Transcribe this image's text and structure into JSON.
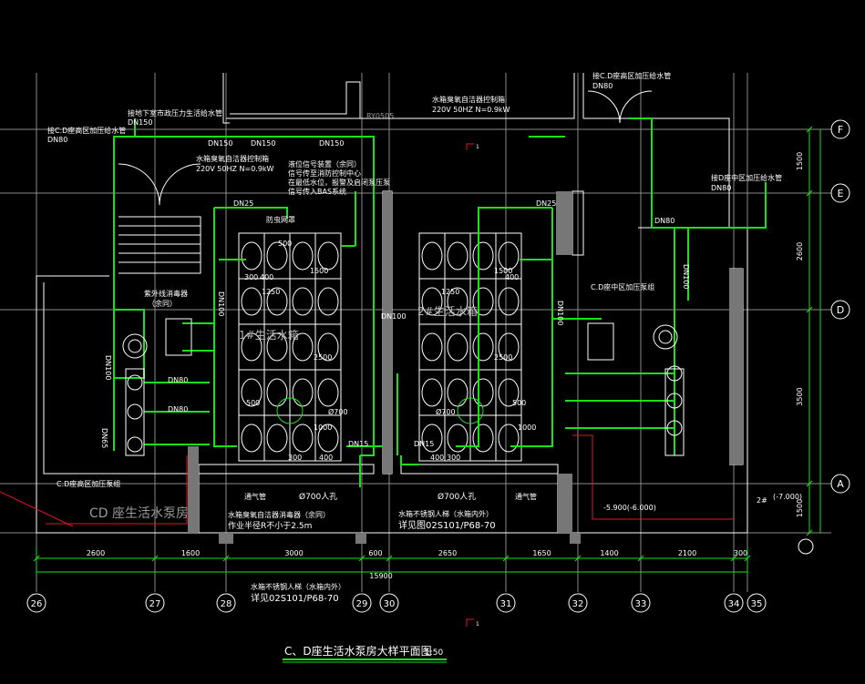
{
  "drawing": {
    "title": "C、D座生活水泵房大样平面图",
    "scale": "1:50",
    "room_label": "CD 座生活水泵房",
    "tank1": "1#生活水箱",
    "tank2": "2#生活水箱",
    "section_mark": "1",
    "wall_code": "RY0505"
  },
  "grid_rows": [
    "F",
    "E",
    "D",
    "A"
  ],
  "grid_cols": [
    "26",
    "27",
    "28",
    "29",
    "30",
    "31",
    "32",
    "33",
    "34",
    "35"
  ],
  "dims_bottom": [
    "2600",
    "1600",
    "3000",
    "600",
    "2650",
    "1650",
    "1400",
    "2100",
    "300"
  ],
  "dims_total": "15900",
  "dims_right": [
    "1500",
    "2600",
    "3500",
    "1500"
  ],
  "elevations": [
    "-5.900(-6.000)",
    "(-7.000)",
    "2#"
  ],
  "annotations": {
    "a1": "接地下室市政压力生活给水管",
    "a1b": "DN150",
    "a2": "接C.D座高区加压给水管",
    "a2b": "DN80",
    "a3": "水箱臭氧自洁器控制箱",
    "a3b": "220V 50HZ N=0.9kW",
    "a4": "液位信号装置（余同）",
    "a4b": "信号传至消防控制中心",
    "a4c": "在最低水位，报警及启闭泵压泵",
    "a4d": "信号传入BAS系统",
    "a5": "水箱臭氧自洁器控制箱",
    "a5b": "220V 50HZ N=0.9kW",
    "a6": "接C.D座高区加压给水管",
    "a6b": "DN80",
    "a7": "接D座中区加压给水管",
    "a7b": "DN80",
    "a8": "紫外线消毒器",
    "a8b": "（余同）",
    "a9": "C.D座高区加压泵组",
    "a10": "C.D座中区加压泵组",
    "a11": "防虫网罩",
    "a12": "通气管",
    "a13": "水箱臭氧自洁器消毒器（余同）",
    "a13b": "作业半径R不小于2.5m",
    "a14": "水箱不锈钢人梯（水箱内外）",
    "a14b": "详见02S101/P68-70",
    "a15": "水箱不锈钢人梯（水箱内外）",
    "a15b": "详见图02S101/P68-70",
    "a16": "Ø700人孔",
    "a17": "Ø700人孔",
    "a18": "通气管"
  },
  "pipe_labels": [
    "DN150",
    "DN150",
    "DN150",
    "DN25",
    "DN25",
    "DN100",
    "DN100",
    "DN80",
    "DN80",
    "DN100",
    "DN15",
    "DN15",
    "DN100",
    "DN80",
    "DN65",
    "DN100"
  ],
  "tank_dims": [
    "1250",
    "1250",
    "300",
    "400",
    "400",
    "500",
    "1500",
    "1500",
    "2500",
    "2500",
    "500",
    "500",
    "Ø700",
    "Ø700",
    "1000",
    "1000",
    "300",
    "400",
    "400",
    "300"
  ]
}
